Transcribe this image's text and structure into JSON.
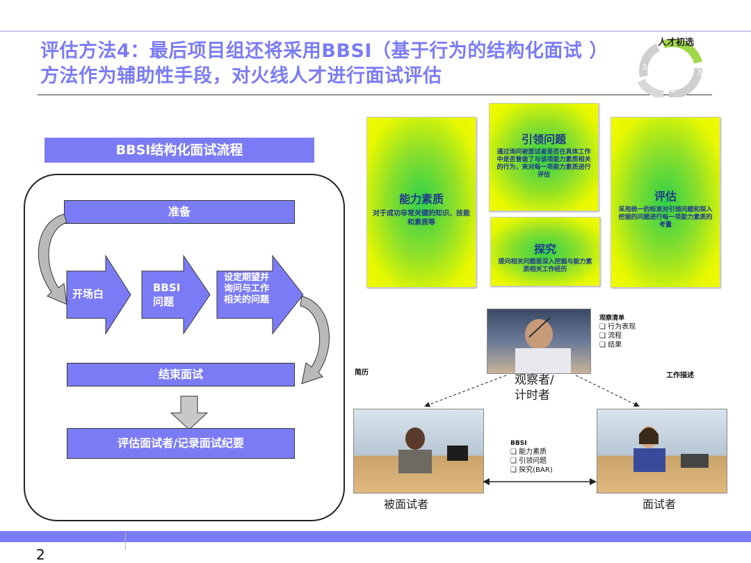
{
  "header": {
    "title": "评估方法4：最后项目组还将采用BBSI（基于行为的结构化面试 ） 方法作为辅助性手段，对火线人才进行面试评估",
    "logo_label": "人才初选",
    "logo_numbers": [
      "5",
      "3",
      "4"
    ]
  },
  "flow": {
    "title": "BBSI结构化面试流程",
    "prepare": "准备",
    "steps": [
      "开场白",
      "BBSI问题",
      "设定期望并询问与工作相关的问题"
    ],
    "close": "结束面试",
    "evaluate": "评估面试者/记录面试纪要"
  },
  "cards": {
    "competency": {
      "title": "能力素质",
      "text": "对于成功非常关键的知识、技能和素质等"
    },
    "lead": {
      "title": "引领问题",
      "text": "通过询问被面试者是否在具体工作中是否曾做了与该项能力素质相关的行为，来对每一项能力素质进行评估"
    },
    "evaluate": {
      "title": "评估",
      "text": "采用统一的标准对引领问题和探入挖掘的问题进行每一项能力素质的考量"
    },
    "probe": {
      "title": "探究",
      "text": "提问相关问题是深入挖掘与能力素质相关工作经历"
    }
  },
  "observation": {
    "checklist_title": "观察清单",
    "checklist": [
      "行为表现",
      "流程",
      "结果"
    ],
    "resume_label": "简历",
    "jobdesc_label": "工作描述",
    "observer_label": "观察者/计时者",
    "bbsi_title": "BBSI",
    "bbsi_items": [
      "能力素质",
      "引领问题",
      "探究(BAR)"
    ],
    "interviewee_label": "被面试者",
    "interviewer_label": "面试者"
  },
  "footer": {
    "page_number": "2"
  },
  "colors": {
    "accent": "#7b7cf5",
    "card_green": "#2fd04a",
    "card_yellow": "#f2fb00"
  }
}
